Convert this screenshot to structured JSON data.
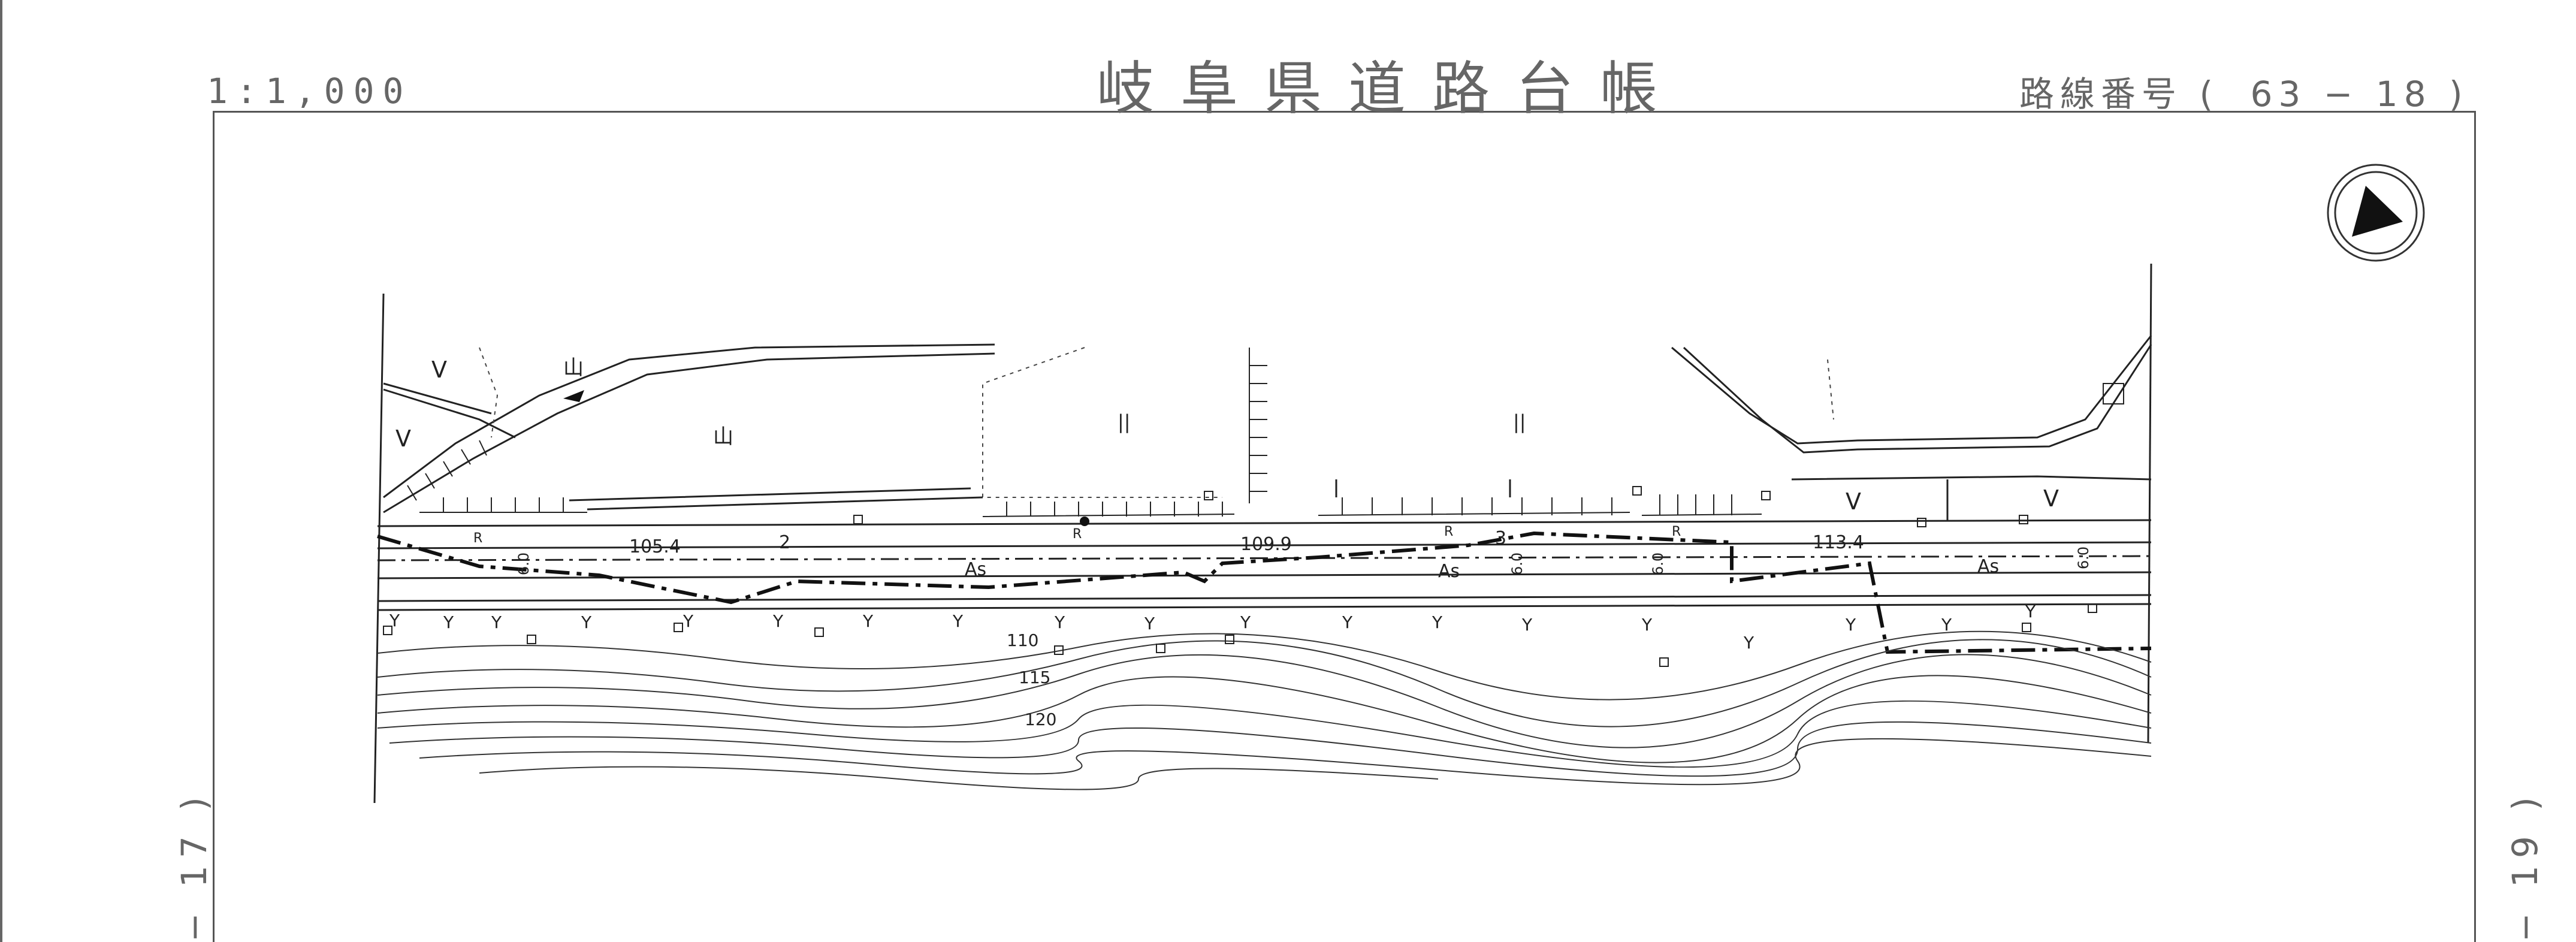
{
  "sheet": {
    "title": "岐阜県道路台帳",
    "scale": "1:1,000",
    "route_label": "路線番号",
    "route_open": "(",
    "route_number": "63 − 18",
    "route_close": ")",
    "adjacent_left": "− 17 )",
    "adjacent_right": "− 19 )"
  },
  "map": {
    "landuse_forest": "山",
    "landuse_field": "||",
    "landuse_grass": "V",
    "road_surface": "As",
    "rice_symbol": "Y",
    "road_marker": "R",
    "survey_points": [
      {
        "label": "105.4"
      },
      {
        "label": "109.9"
      },
      {
        "label": "113.4"
      }
    ],
    "km_posts": [
      "2",
      "3"
    ],
    "road_widths": [
      "6.0",
      "6.0",
      "6.0",
      "6.0"
    ],
    "contours": [
      "110",
      "115",
      "120"
    ]
  }
}
